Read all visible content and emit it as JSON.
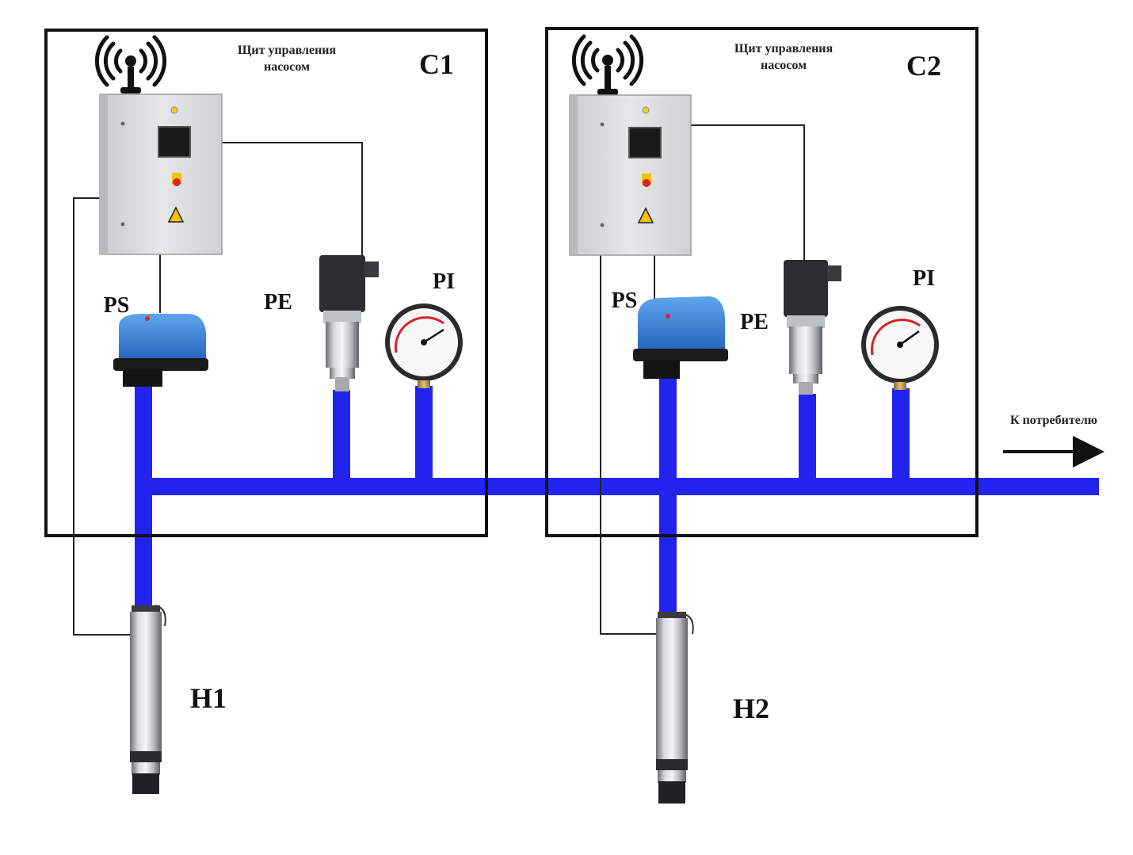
{
  "c1": {
    "id_label": "C1",
    "panel_title_line1": "Щит управления",
    "panel_title_line2": "насосом",
    "ps_label": "PS",
    "pe_label": "PE",
    "pi_label": "PI"
  },
  "c2": {
    "id_label": "C2",
    "panel_title_line1": "Щит управления",
    "panel_title_line2": "насосом",
    "ps_label": "PS",
    "pe_label": "PE",
    "pi_label": "PI"
  },
  "pumps": {
    "h1_label": "H1",
    "h2_label": "H2"
  },
  "outlet": {
    "label": "К потребителю"
  },
  "colors": {
    "pipe": "#2323f0",
    "frame": "#111111",
    "wire": "#222222",
    "cabinet": "#dadcdd",
    "pressure_switch": "#2f7fd6"
  }
}
